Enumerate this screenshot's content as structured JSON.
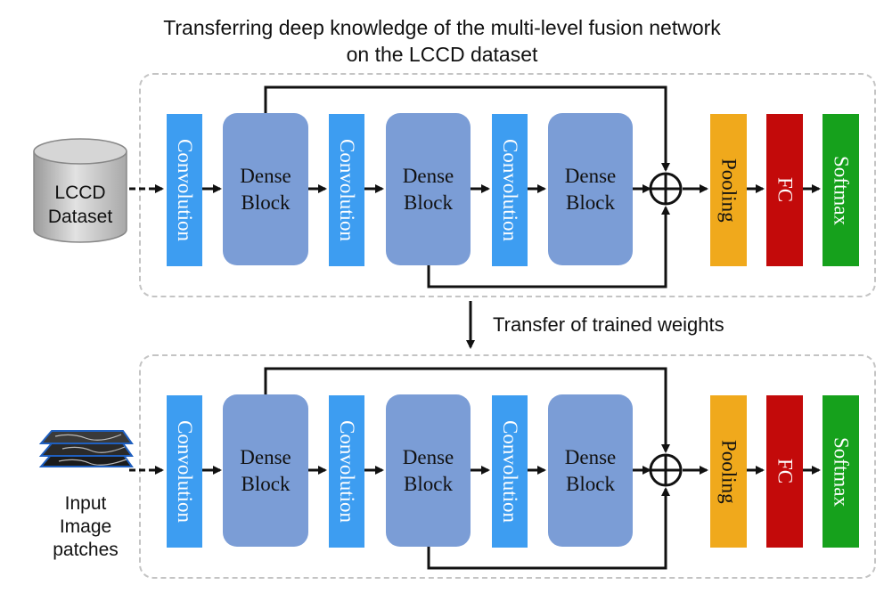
{
  "title": {
    "line1": "Transferring deep knowledge of the multi-level fusion network",
    "line2": "on the LCCD dataset"
  },
  "transfer_label": "Transfer of trained weights",
  "dataset": {
    "line1": "LCCD",
    "line2": "Dataset"
  },
  "input": {
    "line1": "Input",
    "line2": "Image",
    "line3": "patches"
  },
  "blocks": {
    "convolution": "Convolution",
    "dense_line1": "Dense",
    "dense_line2": "Block",
    "pooling": "Pooling",
    "fc": "FC",
    "softmax": "Softmax"
  },
  "icons": {
    "fusion": "plus-circle-icon",
    "database": "database-cylinder-icon",
    "image_stack": "image-stack-icon"
  },
  "colors": {
    "convolution": "#3d9df1",
    "dense_block": "#7b9dd6",
    "pooling": "#f0a91c",
    "fc": "#c30a0a",
    "softmax": "#16a11c",
    "panel_border": "#c4c4c4"
  }
}
